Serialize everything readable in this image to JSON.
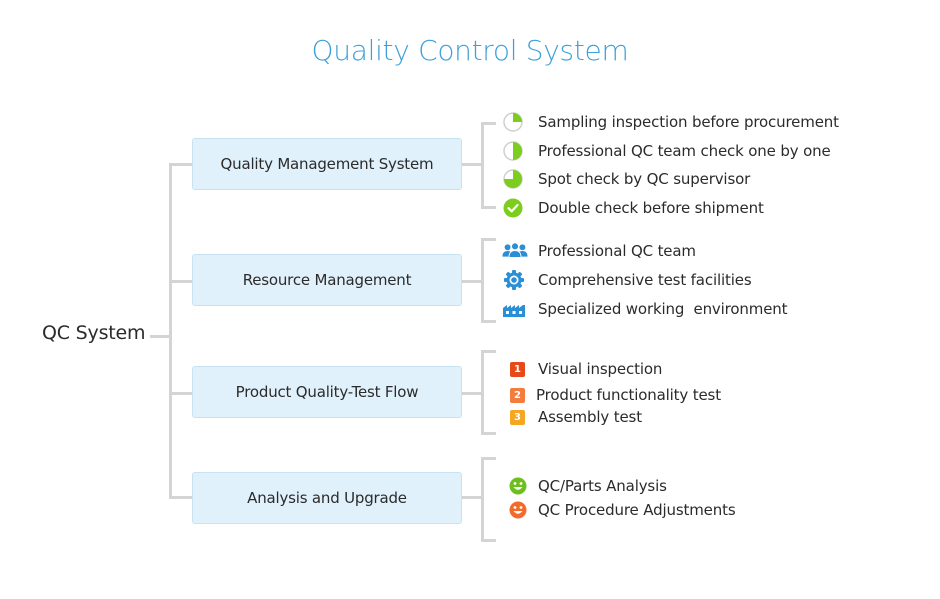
{
  "title": "Quality Control System",
  "root": {
    "label": "QC System"
  },
  "colors": {
    "title": "#3ea0d9",
    "box_fill": "#e0f1fc",
    "connector": "#d4d4d4",
    "green": "#7ccd1d",
    "blue": "#2b8fd6",
    "num1": "#e64a19",
    "num2": "#f47c3c",
    "num3": "#f5a623",
    "smile_green": "#6cbf1f",
    "smile_orange": "#f26b2a"
  },
  "branches": [
    {
      "label": "Quality Management System",
      "items": [
        {
          "icon": "pie-quarter-icon",
          "text": "Sampling inspection before procurement"
        },
        {
          "icon": "pie-half-icon",
          "text": "Professional QC team check one by one"
        },
        {
          "icon": "pie-three-quarter-icon",
          "text": "Spot check by QC supervisor"
        },
        {
          "icon": "check-circle-icon",
          "text": "Double check before shipment"
        }
      ]
    },
    {
      "label": "Resource Management",
      "items": [
        {
          "icon": "team-icon",
          "text": "Professional QC team"
        },
        {
          "icon": "gear-icon",
          "text": "Comprehensive test facilities"
        },
        {
          "icon": "factory-icon",
          "text": "Specialized working  environment"
        }
      ]
    },
    {
      "label": "Product Quality-Test Flow",
      "items": [
        {
          "icon": "number-1-icon",
          "badge": "1",
          "text": "Visual inspection"
        },
        {
          "icon": "number-2-icon",
          "badge": "2",
          "text": "Product functionality test"
        },
        {
          "icon": "number-3-icon",
          "badge": "3",
          "text": "Assembly test"
        }
      ]
    },
    {
      "label": "Analysis and Upgrade",
      "items": [
        {
          "icon": "smiley-green-icon",
          "text": "QC/Parts Analysis"
        },
        {
          "icon": "smiley-orange-icon",
          "text": "QC Procedure Adjustments"
        }
      ]
    }
  ]
}
